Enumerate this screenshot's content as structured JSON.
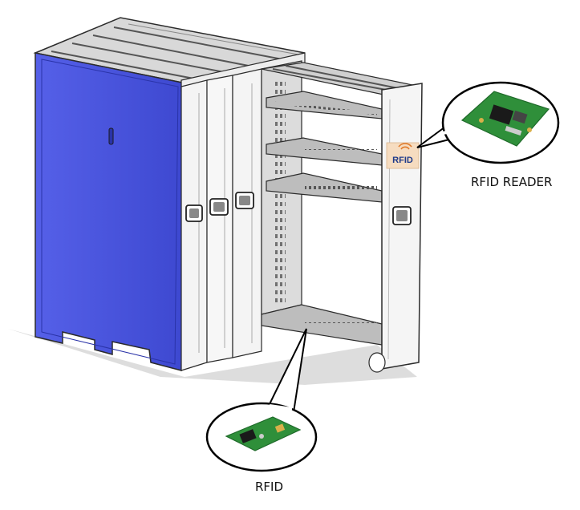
{
  "labels": {
    "reader_caption": "RFID READER",
    "tag_caption": "RFID",
    "door_logo": "RFID"
  },
  "colors": {
    "side_panel": "#4a55dd",
    "side_panel_light": "#6670ea",
    "frame": "#f2f2f2",
    "outline": "#2b2b2b",
    "shadow": "#c9c9c9",
    "pcb": "#2f8f3a",
    "pcb_dark": "#1f6a2a",
    "logo_bg": "#f6dcc0",
    "logo_text": "#1e3a8a"
  },
  "icons": [
    "wifi-icon",
    "handle-icon"
  ]
}
